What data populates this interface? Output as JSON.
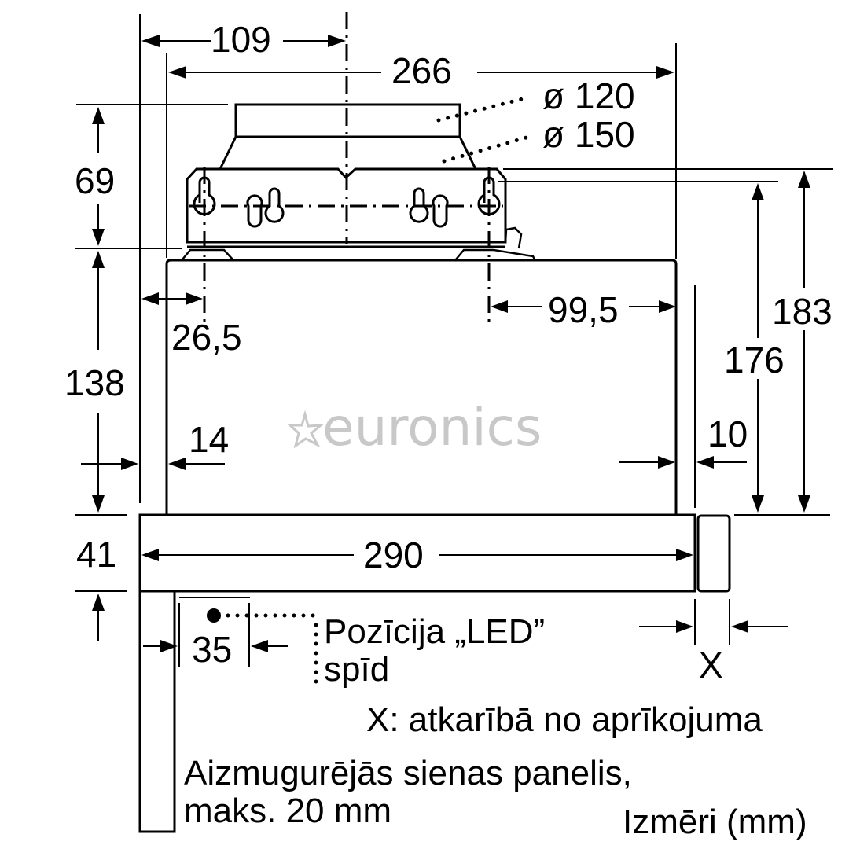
{
  "diagram": {
    "type": "technical-dimension-drawing",
    "subject": "Telescopic cooker hood (side/front elevation) with dimensions",
    "units_label": "Izmēri (mm)",
    "watermark": "euronics",
    "dimensions": {
      "d109": "109",
      "d266": "266",
      "d69": "69",
      "d138": "138",
      "d41": "41",
      "d26_5": "26,5",
      "d14": "14",
      "d99_5": "99,5",
      "d10": "10",
      "d176": "176",
      "d183": "183",
      "d290": "290",
      "d35": "35",
      "dx": "X"
    },
    "duct_diameters": {
      "small": "ø 120",
      "large": "ø 150"
    },
    "notes": {
      "led_line1": "Pozīcija „LED”",
      "led_line2": "spīd",
      "x_note": "X: atkarībā no aprīkojuma",
      "panel_line1": "Aizmugurējās sienas panelis,",
      "panel_line2": "maks. 20 mm"
    },
    "colors": {
      "line": "#000000",
      "background": "#ffffff",
      "watermark": "#c8c8c8"
    }
  }
}
